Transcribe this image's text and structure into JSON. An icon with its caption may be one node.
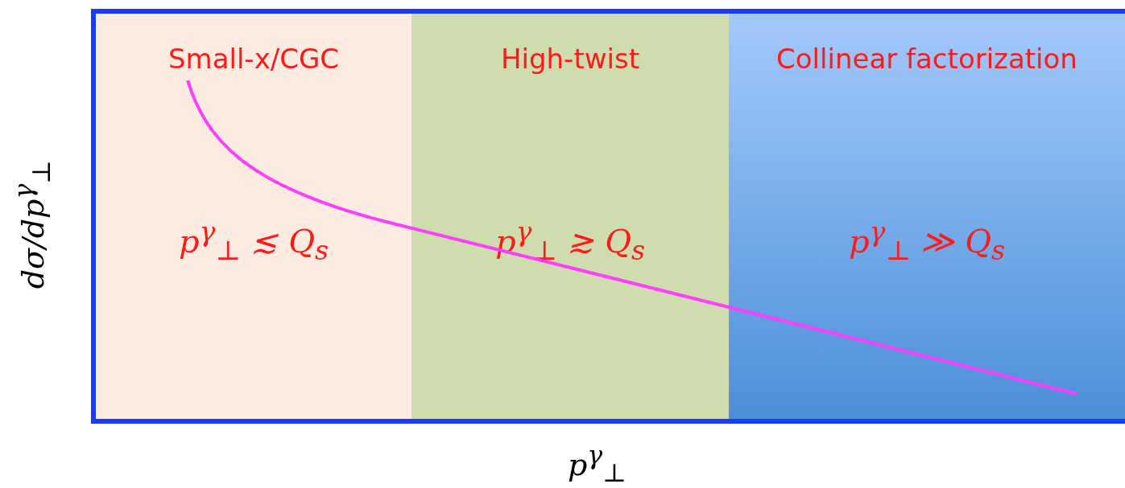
{
  "diagram": {
    "nodes": [
      {
        "text": [
          "Small-x/CGC",
          "p$^{γ}$$_{⊥}$ ≲ Q$_{s}$"
        ]
      },
      {
        "text": [
          "High-twist",
          "p$^{γ}$$_{⊥}$ ≳ Q$_{s}$"
        ]
      },
      {
        "text": [
          "Collinear factorization",
          "p$^{γ}$$_{⊥}$ ≫ Q$_{s}$"
        ]
      }
    ],
    "labels": [
      "dσ/dp$^{γ}$$_{⊥}$",
      "p$^{γ}$$_{⊥}$"
    ]
  }
}
